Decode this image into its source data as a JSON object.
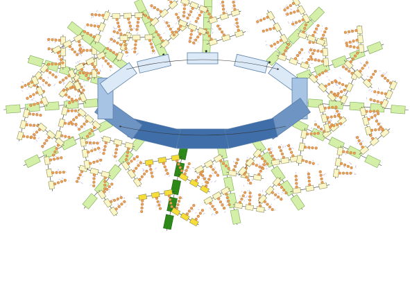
{
  "diagram": {
    "kind": "radial-hierarchy",
    "ring_segment_count": 12,
    "highlight_branch_index": 4,
    "colors": {
      "background": "#ffffff",
      "ring_light": "#dce9f7",
      "ring_mid": "#a8c4e4",
      "ring_dark": "#6e94c4",
      "ring_darkest": "#3f6ea8",
      "ring_stroke": "#5a7fa8",
      "branch_green_light": "#d4f0a8",
      "branch_green_dark": "#2e8a18",
      "leaf_yellow_pale": "#fbf6c8",
      "leaf_yellow_bright": "#f6dd38",
      "leaf_stroke": "#8a8a55",
      "node_orange": "#e8a055",
      "node_stroke": "#b86a28",
      "fringe_purple": "#b8a8d8",
      "arrow": "#333333"
    }
  }
}
